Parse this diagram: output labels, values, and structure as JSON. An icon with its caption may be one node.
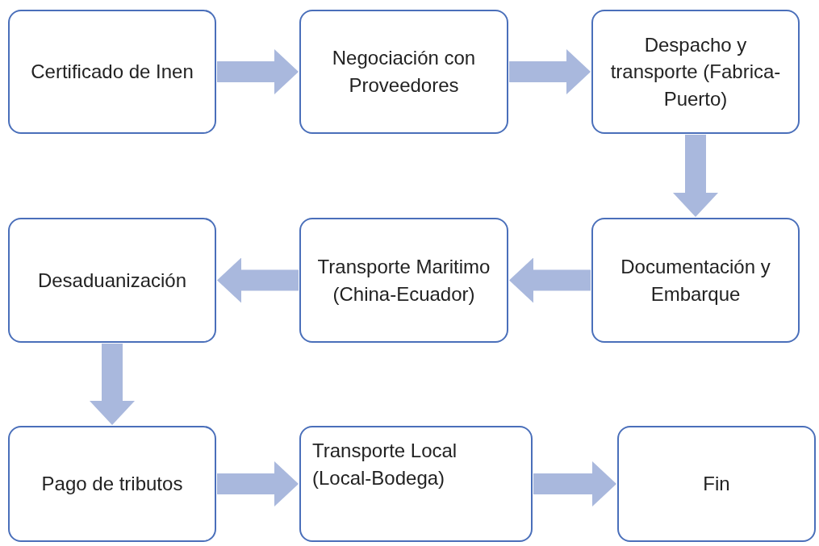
{
  "diagram": {
    "nodes": [
      {
        "text": [
          "Certificado de Inen"
        ]
      },
      {
        "text": [
          "Negociación con Proveedores"
        ]
      },
      {
        "text": [
          "Despacho y transporte (Fabrica-Puerto)"
        ]
      },
      {
        "text": [
          "Desaduanización"
        ]
      },
      {
        "text": [
          "Transporte Maritimo (China-Ecuador)"
        ]
      },
      {
        "text": [
          "Documentación y Embarque"
        ]
      },
      {
        "text": [
          "Pago de tributos"
        ]
      },
      {
        "text": [
          "Transporte Local (Local-Bodega)"
        ]
      },
      {
        "text": [
          "Fin"
        ]
      }
    ],
    "edges": [
      {
        "from": 0,
        "to": 1,
        "arrow": "to"
      },
      {
        "from": 1,
        "to": 2,
        "arrow": "to"
      },
      {
        "from": 2,
        "to": 5,
        "arrow": "to"
      },
      {
        "from": 5,
        "to": 4,
        "arrow": "to"
      },
      {
        "from": 4,
        "to": 3,
        "arrow": "to"
      },
      {
        "from": 3,
        "to": 6,
        "arrow": "to"
      },
      {
        "from": 6,
        "to": 7,
        "arrow": "to"
      },
      {
        "from": 7,
        "to": 8,
        "arrow": "to"
      }
    ]
  }
}
